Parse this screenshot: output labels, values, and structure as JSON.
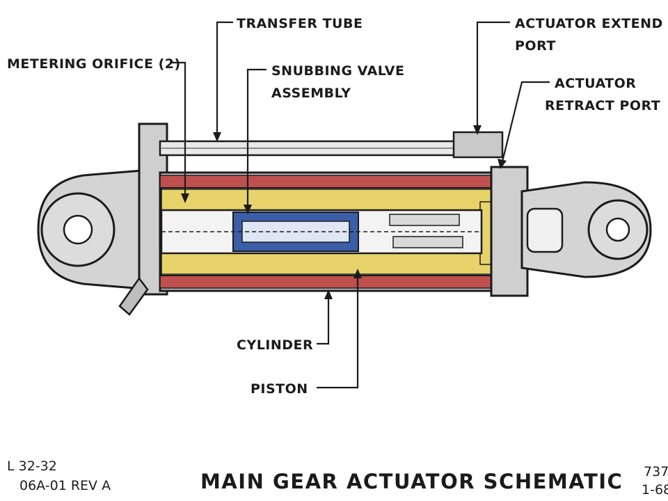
{
  "labels": {
    "transfer_tube": "TRANSFER TUBE",
    "actuator_extend_1": "ACTUATOR EXTEND",
    "actuator_extend_2": "PORT",
    "metering_orifice": "METERING ORIFICE (2)",
    "snubbing_valve_1": "SNUBBING VALVE",
    "snubbing_valve_2": "ASSEMBLY",
    "actuator_retract_1": "ACTUATOR",
    "actuator_retract_2": "RETRACT PORT",
    "cylinder": "CYLINDER",
    "piston": "PISTON"
  },
  "footer": {
    "doc_code_1": "L 32-32",
    "doc_code_2": "06A-01 REV A",
    "title": "MAIN GEAR ACTUATOR SCHEMATIC",
    "model_1": "737",
    "model_2": "1-68"
  },
  "colors": {
    "fluid_yellow": "#e8d36a",
    "seal_red": "#c0504d",
    "valve_blue": "#3a5fa8",
    "metal_gray": "#b9b9b9",
    "outline": "#1b1b1b"
  }
}
